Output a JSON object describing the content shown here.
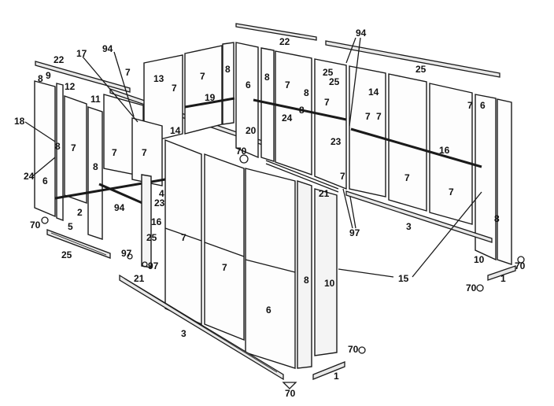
{
  "labels": {
    "p1": "1",
    "p1b": "1",
    "p2": "2",
    "p3a": "3",
    "p3b": "3",
    "p4": "4",
    "p5": "5",
    "p6a": "6",
    "p6b": "6",
    "p6c": "6",
    "p6d": "6",
    "p7a": "7",
    "p7b": "7",
    "p7c": "7",
    "p7d": "7",
    "p7e": "7",
    "p7f": "7",
    "p7g": "7",
    "p7h": "7",
    "p7i": "7",
    "p7j": "7",
    "p7k": "7",
    "p7l": "7",
    "p7m": "7",
    "p7n": "7",
    "p7o": "7",
    "p7p": "7",
    "p8a": "8",
    "p8b": "8",
    "p8c": "8",
    "p8d": "8",
    "p8e": "8",
    "p8f": "8",
    "p8g": "8",
    "p8h": "8",
    "p8i": "8",
    "p9": "9",
    "p10a": "10",
    "p10b": "10",
    "p11": "11",
    "p12": "12",
    "p13": "13",
    "p14a": "14",
    "p14b": "14",
    "p15": "15",
    "p16a": "16",
    "p16b": "16",
    "p17": "17",
    "p18": "18",
    "p19": "19",
    "p20": "20",
    "p21a": "21",
    "p21b": "21",
    "p22a": "22",
    "p22b": "22",
    "p23a": "23",
    "p23b": "23",
    "p24a": "24",
    "p24b": "24",
    "p25a": "25",
    "p25b": "25",
    "p25c": "25",
    "p25d": "25",
    "p25e": "25",
    "p70a": "70",
    "p70b": "70",
    "p70c": "70",
    "p70d": "70",
    "p70e": "70",
    "p70f": "70",
    "p94a": "94",
    "p94b": "94",
    "p94c": "94",
    "p97a": "97",
    "p97b": "97",
    "p97c": "97"
  }
}
